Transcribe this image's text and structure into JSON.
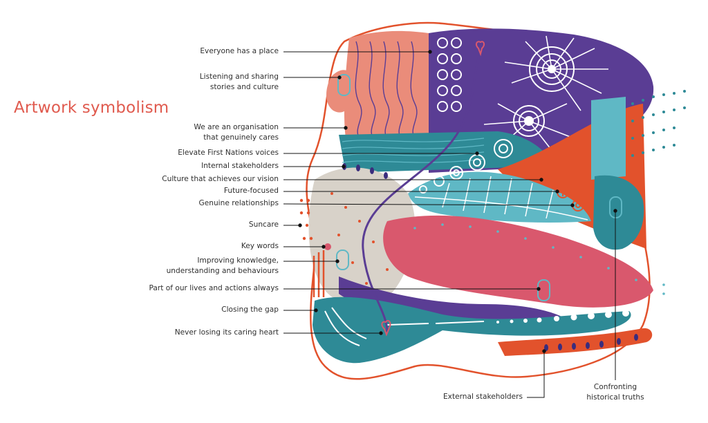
{
  "title": "Artwork symbolism",
  "labels": {
    "everyone_has_a_place": [
      "Everyone has a place"
    ],
    "listening_sharing": [
      "Listening and sharing",
      "stories and culture"
    ],
    "genuinely_cares": [
      "We are an organisation",
      "that genuinely cares"
    ],
    "elevate_voices": [
      "Elevate First Nations voices"
    ],
    "internal_stakeholders": [
      "Internal stakeholders"
    ],
    "culture_vision": [
      "Culture that achieves our vision"
    ],
    "future_focused": [
      "Future-focused"
    ],
    "genuine_relationships": [
      "Genuine relationships"
    ],
    "suncare": [
      "Suncare"
    ],
    "key_words": [
      "Key words"
    ],
    "improving_knowledge": [
      "Improving knowledge,",
      "understanding and behaviours"
    ],
    "part_of_lives": [
      "Part of our lives and actions always"
    ],
    "closing_gap": [
      "Closing the gap"
    ],
    "caring_heart": [
      "Never losing its caring heart"
    ],
    "external_stakeholders": [
      "External stakeholders"
    ],
    "historical_truths": [
      "Confronting",
      "historical truths"
    ]
  },
  "colors": {
    "title": "#e05a4e",
    "purple": "#5a3d94",
    "orange": "#e2522c",
    "salmon": "#ea8c7a",
    "teal": "#2e8a96",
    "light_teal": "#5fb8c5",
    "pink": "#d9586d",
    "cream": "#d8d2c9",
    "dark_purple": "#3a2d7d"
  }
}
